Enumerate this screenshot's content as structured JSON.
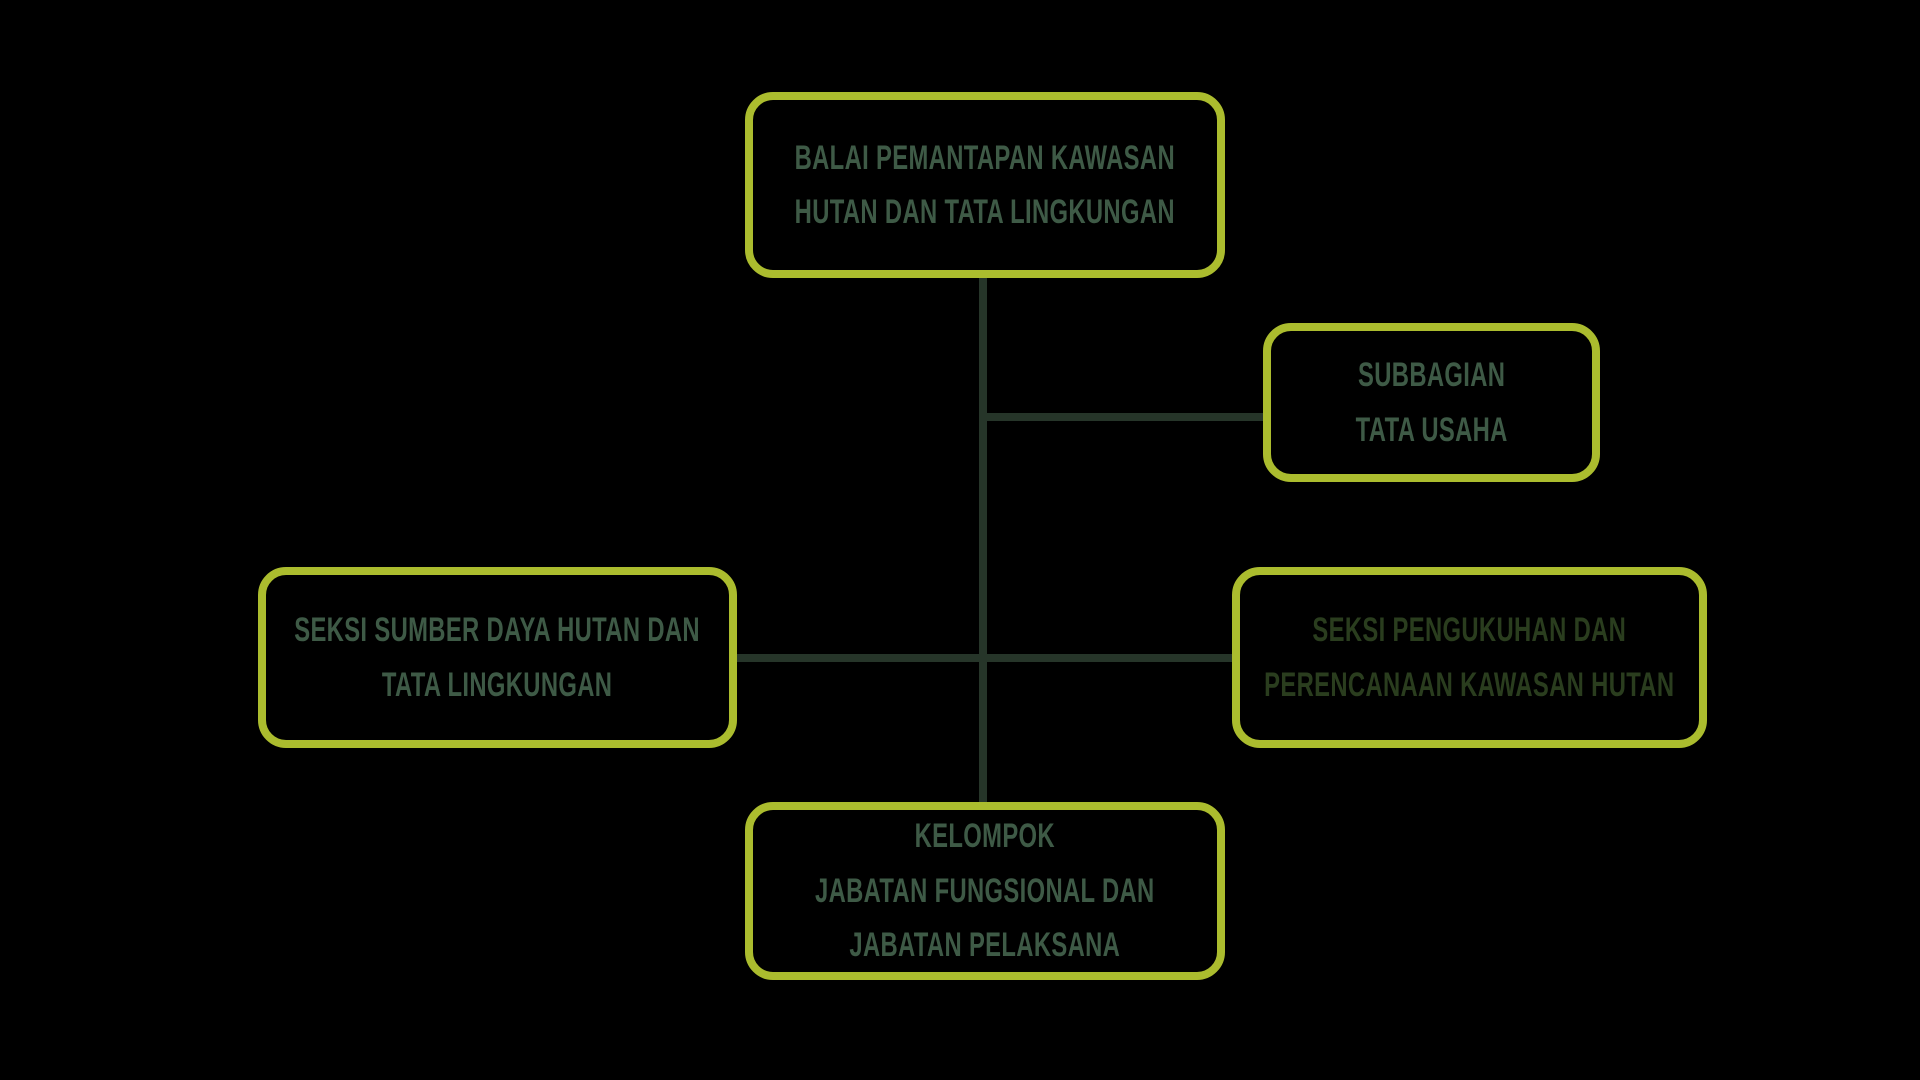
{
  "colors": {
    "background": "#000000",
    "box_border": "#abbc2e",
    "connector": "#263529",
    "text_default": "#3e5a46",
    "text_dark": "#2a3d1e"
  },
  "diagram_type": "org-chart",
  "nodes": {
    "balai": {
      "lines": [
        "BALAI PEMANTAPAN KAWASAN",
        "HUTAN DAN TATA LINGKUNGAN"
      ]
    },
    "subbagian": {
      "lines": [
        "SUBBAGIAN",
        "TATA USAHA"
      ]
    },
    "seksi_sumber_daya": {
      "lines": [
        "SEKSI SUMBER DAYA HUTAN DAN",
        "TATA LINGKUNGAN"
      ]
    },
    "seksi_pengukuhan": {
      "lines": [
        "SEKSI PENGUKUHAN DAN",
        "PERENCANAAN KAWASAN HUTAN"
      ]
    },
    "kelompok": {
      "lines": [
        "KELOMPOK",
        "JABATAN FUNGSIONAL DAN",
        "JABATAN PELAKSANA"
      ]
    }
  }
}
